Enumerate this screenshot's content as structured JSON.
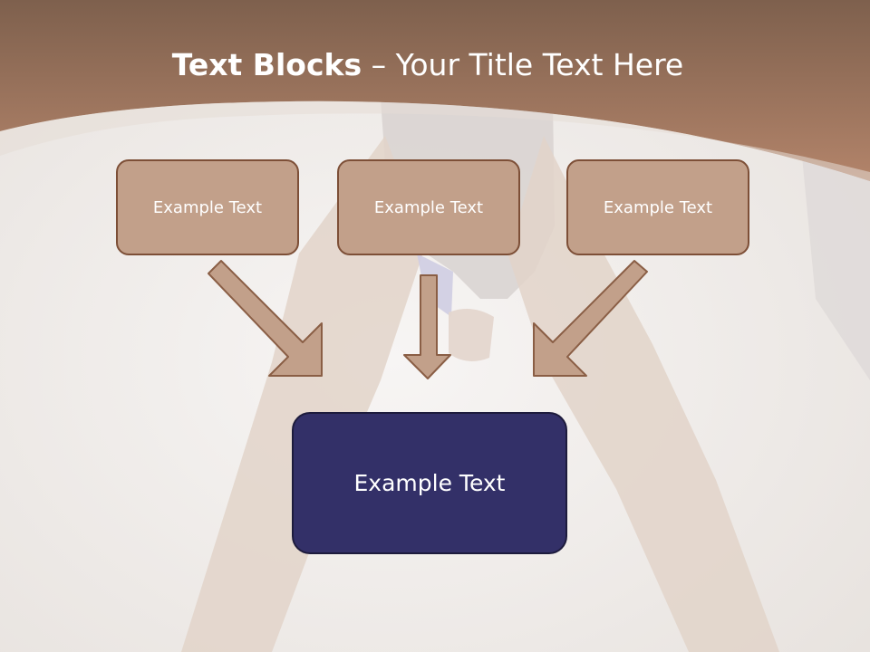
{
  "slide": {
    "title_bold": "Text Blocks",
    "title_dash": " – ",
    "title_rest": "Your Title Text Here"
  },
  "boxes": [
    {
      "label": "Example Text"
    },
    {
      "label": "Example Text"
    },
    {
      "label": "Example Text"
    }
  ],
  "target_box": {
    "label": "Example Text"
  },
  "colors": {
    "header_brown": "#a9775a",
    "box_fill": "#c2a08a",
    "box_border": "#7d4f37",
    "target_fill": "#333068",
    "arrow_fill": "#c2a08a"
  }
}
